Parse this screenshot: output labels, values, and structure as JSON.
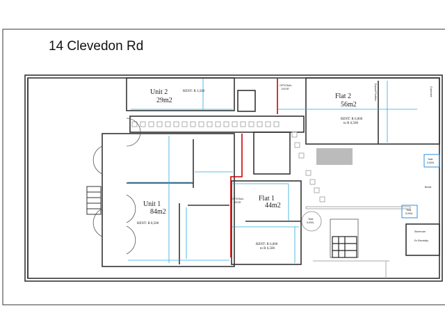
{
  "title": "14 Clevedon Rd",
  "rooms": {
    "unit2": {
      "name": "Unit 2",
      "area": "29m2",
      "rent": "RENT: R 3,500"
    },
    "flat2": {
      "name": "Flat 2",
      "area": "56m2",
      "rent_line1": "RENT: R 6,000",
      "rent_line2": "to R 6,500"
    },
    "unit1": {
      "name": "Unit 1",
      "area": "84m2",
      "rent": "RENT: R 8,500"
    },
    "flat1": {
      "name": "Flat 1",
      "area": "44m2",
      "rent_line1": "RENT: R 6,000",
      "rent_line2": "to R 6,500"
    }
  },
  "labels": {
    "optional_door_top_1": "OPTIONAL",
    "optional_door_top_2": "DOOR",
    "optional_door_flat1_1": "OPTIONAL",
    "optional_door_flat1_2": "DOOR",
    "drywall": "Drywall Partition",
    "cupboard": "Cupboard",
    "tank_right": "Tank",
    "tank_right_cap": "5,000L",
    "tank_mid": "Tank",
    "tank_mid_cap": "5,000L",
    "tank_far": "Tank",
    "tank_far_cap": "5,000L",
    "bread": "Bread",
    "storeroom": "Storeroom",
    "storeroom_sub": "Ex Electricity"
  },
  "colors": {
    "dimension": "#2aa8e0",
    "optional_wall": "#cc0000"
  }
}
